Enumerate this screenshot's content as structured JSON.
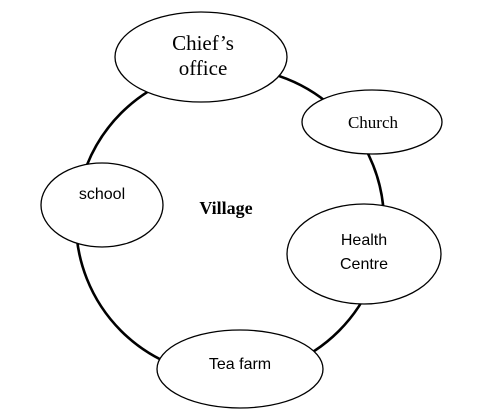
{
  "diagram": {
    "center_label": "Village",
    "nodes": {
      "chiefs_office": {
        "line1": "Chief’s",
        "line2": "office"
      },
      "church": {
        "label": "Church"
      },
      "school": {
        "label": "school"
      },
      "health_centre": {
        "line1": "Health",
        "line2": "Centre"
      },
      "tea_farm": {
        "label": "Tea farm"
      }
    },
    "colors": {
      "stroke": "#000000",
      "fill": "#ffffff",
      "text": "#000000"
    }
  }
}
